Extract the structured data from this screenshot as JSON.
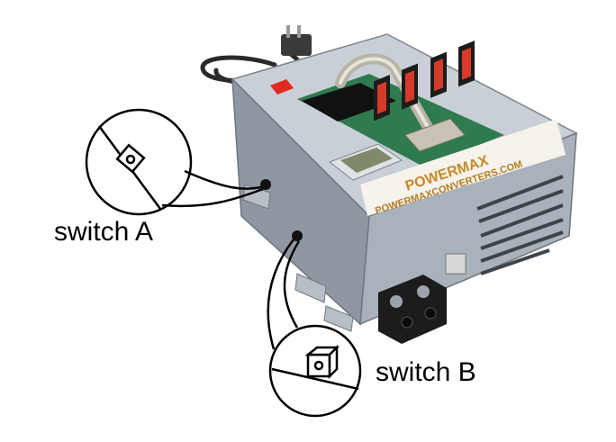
{
  "image": {
    "description_free": true,
    "background": "#ffffff"
  },
  "device": {
    "brand_logo": "POWERMAX",
    "website_text": "POWERMAXCONVERTERS.COM",
    "colors": {
      "body_top": "#c9cfd6",
      "body_front": "#9aa3ad",
      "body_side": "#aeb6bf",
      "panel_green": "#2f7a4e",
      "fuse_red": "#d63a2a",
      "switch_red": "#e02a1e",
      "terminal_black": "#1c1c1c",
      "handle_chrome": "#b9b4a8"
    }
  },
  "callouts": {
    "switch_a": "switch A",
    "switch_b": "switch B"
  }
}
